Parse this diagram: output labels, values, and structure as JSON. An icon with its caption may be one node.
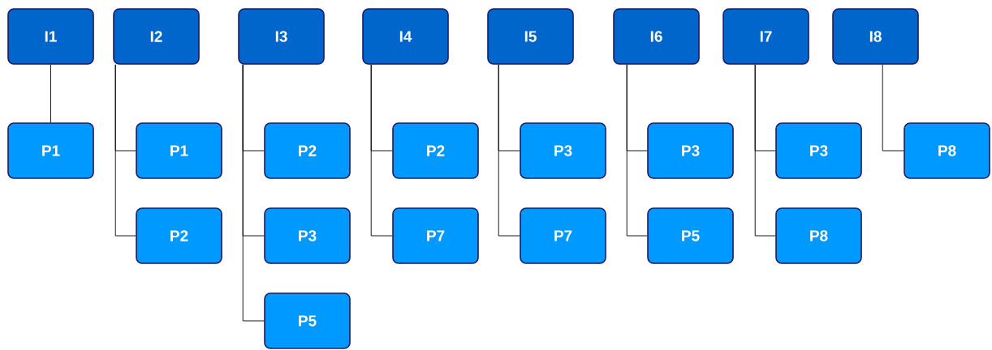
{
  "diagram": {
    "nodes": [
      {
        "text": [
          "I1"
        ]
      },
      {
        "text": [
          "P1"
        ]
      },
      {
        "text": [
          "I2"
        ]
      },
      {
        "text": [
          "P1"
        ]
      },
      {
        "text": [
          "P2"
        ]
      },
      {
        "text": [
          "I3"
        ]
      },
      {
        "text": [
          "P2"
        ]
      },
      {
        "text": [
          "P3"
        ]
      },
      {
        "text": [
          "P5"
        ]
      },
      {
        "text": [
          "I4"
        ]
      },
      {
        "text": [
          "P2"
        ]
      },
      {
        "text": [
          "P7"
        ]
      },
      {
        "text": [
          "I5"
        ]
      },
      {
        "text": [
          "P3"
        ]
      },
      {
        "text": [
          "P7"
        ]
      },
      {
        "text": [
          "I6"
        ]
      },
      {
        "text": [
          "P3"
        ]
      },
      {
        "text": [
          "P5"
        ]
      },
      {
        "text": [
          "I7"
        ]
      },
      {
        "text": [
          "P3"
        ]
      },
      {
        "text": [
          "P8"
        ]
      },
      {
        "text": [
          "I8"
        ]
      },
      {
        "text": [
          "P8"
        ]
      }
    ],
    "edges": [
      {
        "from": 0,
        "to": 1,
        "arrow": "none"
      },
      {
        "from": 2,
        "to": 3,
        "arrow": "none"
      },
      {
        "from": 2,
        "to": 4,
        "arrow": "none"
      },
      {
        "from": 5,
        "to": 6,
        "arrow": "none"
      },
      {
        "from": 5,
        "to": 7,
        "arrow": "none"
      },
      {
        "from": 5,
        "to": 8,
        "arrow": "none"
      },
      {
        "from": 9,
        "to": 10,
        "arrow": "none"
      },
      {
        "from": 9,
        "to": 11,
        "arrow": "none"
      },
      {
        "from": 12,
        "to": 13,
        "arrow": "none"
      },
      {
        "from": 12,
        "to": 14,
        "arrow": "none"
      },
      {
        "from": 15,
        "to": 16,
        "arrow": "none"
      },
      {
        "from": 15,
        "to": 17,
        "arrow": "none"
      },
      {
        "from": 18,
        "to": 19,
        "arrow": "none"
      },
      {
        "from": 18,
        "to": 20,
        "arrow": "none"
      },
      {
        "from": 21,
        "to": 22,
        "arrow": "none"
      }
    ]
  }
}
